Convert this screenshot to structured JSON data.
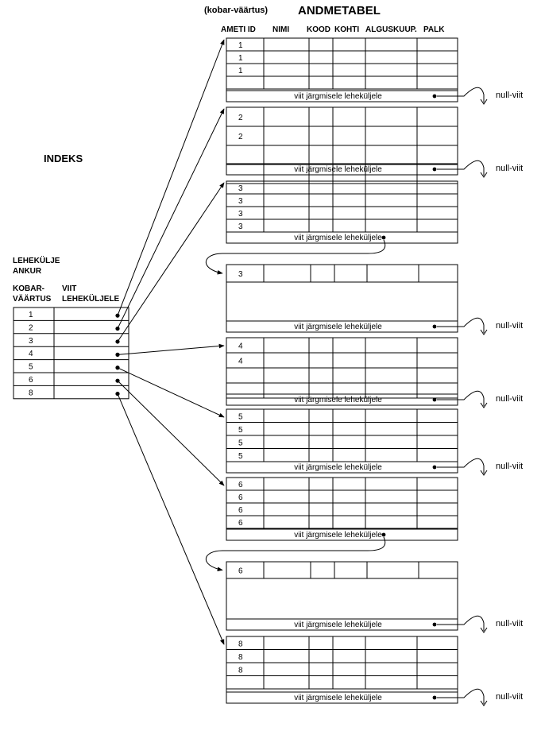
{
  "title": "ANDMETABEL",
  "cluster_note": "(kobar-väärtus)",
  "columns": [
    "AMETI ID",
    "NIMI",
    "KOOD",
    "KOHTI",
    "ALGUSKUUP.",
    "PALK"
  ],
  "index": {
    "heading": "INDEKS",
    "anchor_label": [
      "LEHEKÜLJE",
      "ANKUR"
    ],
    "key_header": [
      "KOBAR-",
      "VÄÄRTUS"
    ],
    "ptr_header": [
      "VIIT",
      "LEHEKÜLJELE"
    ],
    "keys": [
      "1",
      "2",
      "3",
      "4",
      "5",
      "6",
      "8"
    ]
  },
  "pages": [
    {
      "ids": [
        "1",
        "1",
        "1"
      ],
      "footer": "viit järgmisele leheküljele",
      "next": "null-viit"
    },
    {
      "ids": [
        "2",
        "2"
      ],
      "footer": "viit järgmisele leheküljele",
      "next": "null-viit"
    },
    {
      "ids": [
        "3",
        "3",
        "3",
        "3"
      ],
      "footer": "viit järgmisele leheküljele",
      "next": ""
    },
    {
      "ids": [
        "3"
      ],
      "footer": "viit järgmisele leheküljele",
      "next": "null-viit"
    },
    {
      "ids": [
        "4",
        "4"
      ],
      "footer": "viit järgmisele leheküljele",
      "next": "null-viit"
    },
    {
      "ids": [
        "5",
        "5",
        "5",
        "5"
      ],
      "footer": "viit järgmisele leheküljele",
      "next": "null-viit"
    },
    {
      "ids": [
        "6",
        "6",
        "6",
        "6"
      ],
      "footer": "viit järgmisele leheküljele",
      "next": ""
    },
    {
      "ids": [
        "6"
      ],
      "footer": "viit järgmisele leheküljele",
      "next": "null-viit"
    },
    {
      "ids": [
        "8",
        "8",
        "8"
      ],
      "footer": "viit järgmisele leheküljele",
      "next": "null-viit"
    }
  ]
}
